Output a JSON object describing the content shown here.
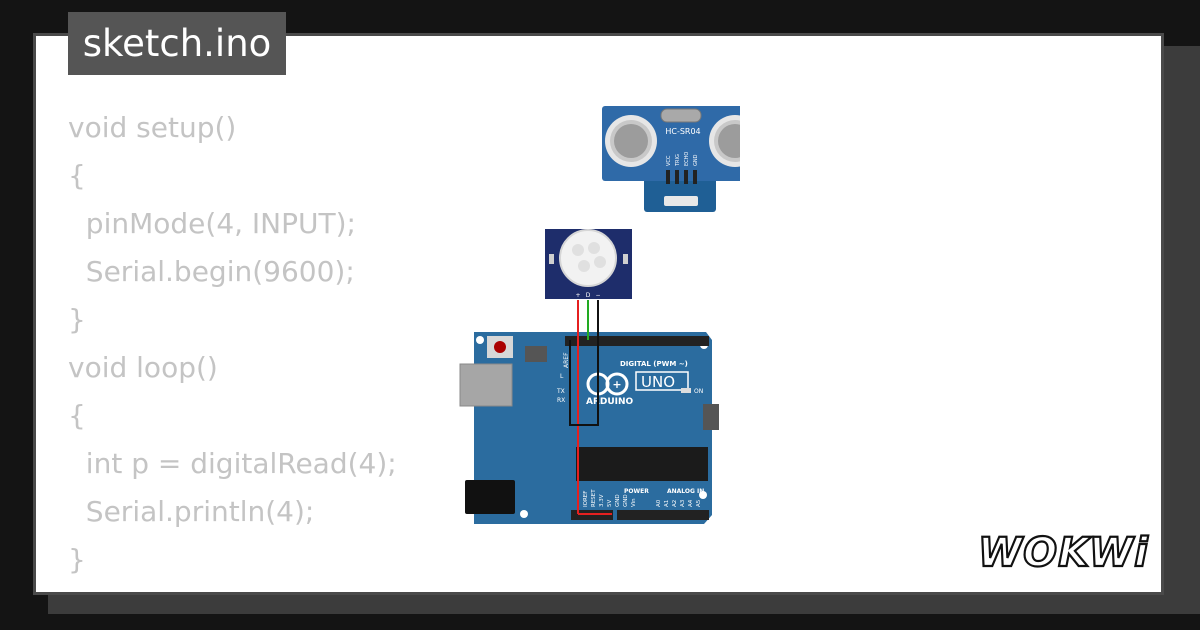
{
  "file_title": "sketch.ino",
  "code_lines": [
    "void setup()",
    "{",
    "  pinMode(4, INPUT);",
    "  Serial.begin(9600);",
    "}",
    "void loop()",
    "{",
    "  int p = digitalRead(4);",
    "  Serial.println(4);",
    "}"
  ],
  "sensor": {
    "label": "HC-SR04",
    "pins": [
      "VCC",
      "TRIG",
      "ECHO",
      "GND"
    ]
  },
  "pir": {
    "pins": [
      "+",
      "D",
      "−"
    ]
  },
  "board": {
    "name": "UNO",
    "brand": "ARDUINO",
    "digital_label": "DIGITAL (PWM ~)",
    "power_label": "POWER",
    "analog_label": "ANALOG IN",
    "on_label": "ON",
    "tx_label": "TX",
    "rx_label": "RX",
    "aref_label": "AREF",
    "l_label": "L",
    "power_pins": [
      "IOREF",
      "RESET",
      "3.3V",
      "5V",
      "GND",
      "GND",
      "Vin"
    ],
    "analog_pins": [
      "A0",
      "A1",
      "A2",
      "A3",
      "A4",
      "A5"
    ]
  },
  "logo_text": "WOKWi",
  "colors": {
    "board_blue": "#2b6c9f",
    "sensor_blue": "#2f6aa8",
    "pir_navy": "#1e2d6b",
    "wire_red": "#e52020",
    "wire_green": "#22aa22",
    "wire_black": "#111111"
  }
}
